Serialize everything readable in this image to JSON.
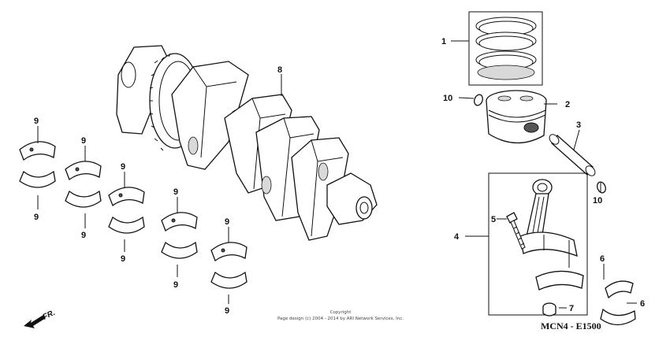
{
  "callouts": {
    "c1": "1",
    "c2": "2",
    "c3": "3",
    "c4": "4",
    "c5": "5",
    "c6a": "6",
    "c6b": "6",
    "c7": "7",
    "c8": "8",
    "c9": [
      "9",
      "9",
      "9",
      "9",
      "9",
      "9",
      "9",
      "9",
      "9",
      "9"
    ],
    "c10a": "10",
    "c10b": "10"
  },
  "copyright": {
    "line1": "Copyright",
    "line2": "Page design (c) 2004 - 2014 by ARI Network Services, Inc."
  },
  "diagram_code": "MCN4 - E1500",
  "direction_label": "FR."
}
